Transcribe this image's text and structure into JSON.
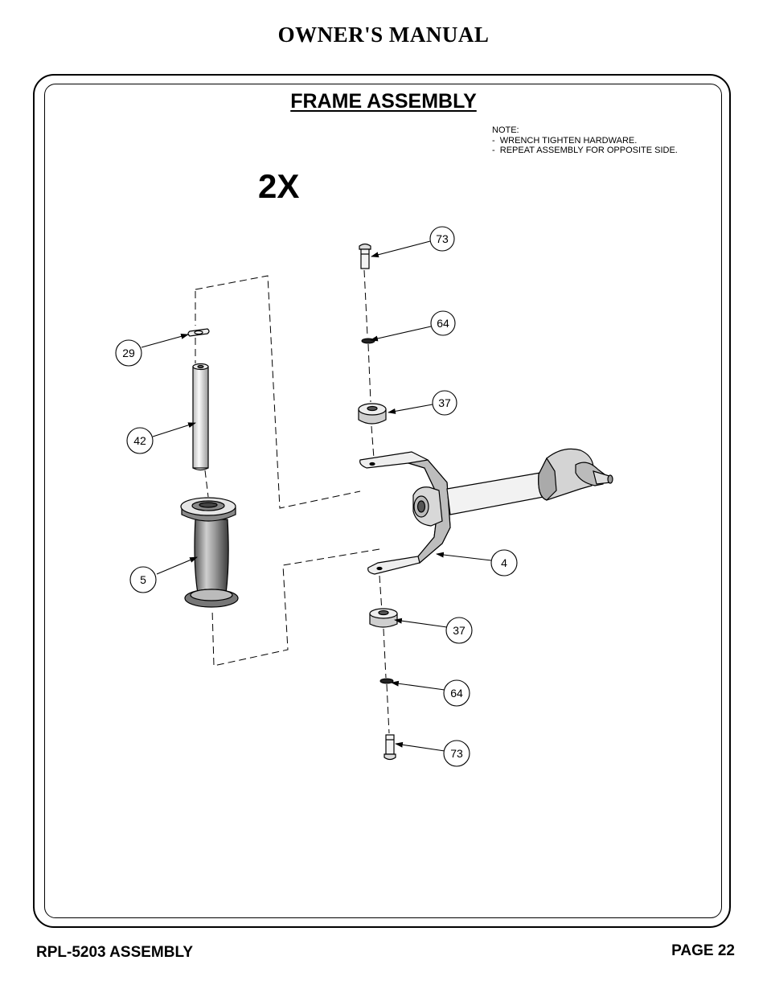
{
  "header": {
    "title": "OWNER'S MANUAL"
  },
  "section": {
    "title": "FRAME ASSEMBLY"
  },
  "note": {
    "heading": "NOTE:",
    "lines": [
      "-  WRENCH TIGHTEN HARDWARE.",
      "-  REPEAT ASSEMBLY FOR OPPOSITE SIDE."
    ]
  },
  "multiplier": "2X",
  "callouts": [
    "73",
    "64",
    "37",
    "29",
    "42",
    "5",
    "4",
    "37",
    "64",
    "73"
  ],
  "footer": {
    "left": "RPL-5203 ASSEMBLY",
    "right": "PAGE 22"
  }
}
